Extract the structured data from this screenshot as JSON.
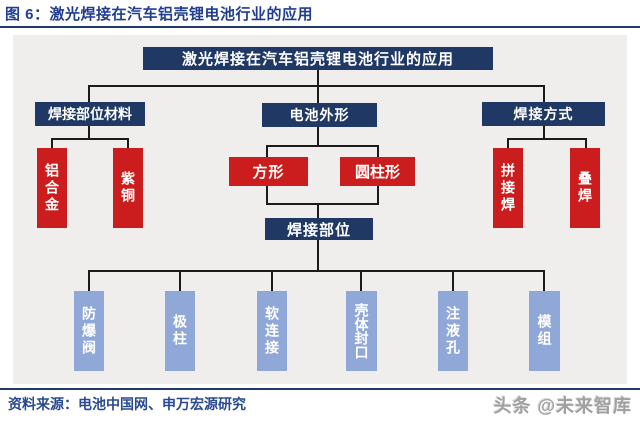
{
  "figure": {
    "title": "图 6：激光焊接在汽车铝壳锂电池行业的应用",
    "source": "资料来源：电池中国网、申万宏源研究",
    "watermark": "头条 @未来智库"
  },
  "colors": {
    "navy_box": "#1f3864",
    "red_box": "#cb1d1d",
    "light_blue_box": "#90a8d8",
    "panel_background": "#efeeec",
    "title_blue": "#203d8f",
    "connector_line": "#1b1b1b"
  },
  "diagram": {
    "root": "激光焊接在汽车铝壳锂电池行业的应用",
    "level2": {
      "left": "焊接部位材料",
      "center": "电池外形",
      "right": "焊接方式"
    },
    "materials": [
      "铝合金",
      "紫铜"
    ],
    "shapes": [
      "方形",
      "圆柱形"
    ],
    "methods": [
      "拼接焊",
      "叠焊"
    ],
    "weld_part": "焊接部位",
    "parts": [
      "防爆阀",
      "极柱",
      "软连接",
      "壳体封口",
      "注液孔",
      "模组"
    ],
    "tree": {
      "label": "激光焊接在汽车铝壳锂电池行业的应用",
      "children": [
        {
          "label": "焊接部位材料",
          "children": [
            "铝合金",
            "紫铜"
          ]
        },
        {
          "label": "电池外形",
          "children": [
            "方形",
            "圆柱形"
          ],
          "next": {
            "label": "焊接部位",
            "children": [
              "防爆阀",
              "极柱",
              "软连接",
              "壳体封口",
              "注液孔",
              "模组"
            ]
          }
        },
        {
          "label": "焊接方式",
          "children": [
            "拼接焊",
            "叠焊"
          ]
        }
      ]
    }
  }
}
